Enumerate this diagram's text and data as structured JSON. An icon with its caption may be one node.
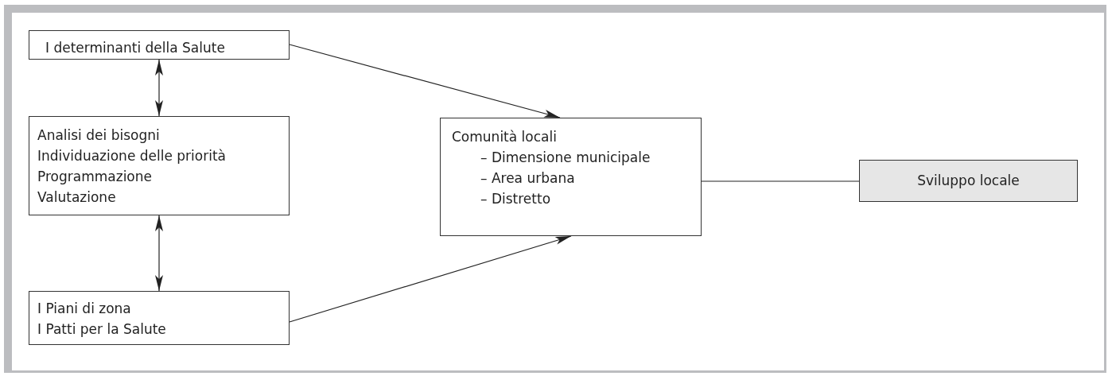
{
  "diagram": {
    "nodes": [
      {
        "text": [
          "I determinanti della Salute"
        ]
      },
      {
        "text": [
          "Analisi dei bisogni",
          "Individuazione delle priorità",
          "Programmazione",
          "Valutazione"
        ]
      },
      {
        "text": [
          "I Piani di zona",
          "I Patti per la Salute"
        ]
      },
      {
        "text": [
          "Comunità locali",
          "– Dimensione municipale",
          "– Area urbana",
          "– Distretto"
        ]
      },
      {
        "text": [
          "Sviluppo locale"
        ]
      }
    ],
    "edges": [
      {
        "from": 0,
        "to": 1,
        "arrow": "both"
      },
      {
        "from": 1,
        "to": 2,
        "arrow": "both"
      },
      {
        "from": 0,
        "to": 3,
        "arrow": "to"
      },
      {
        "from": 2,
        "to": 3,
        "arrow": "to"
      },
      {
        "from": 3,
        "to": 4,
        "arrow": "none"
      }
    ]
  }
}
